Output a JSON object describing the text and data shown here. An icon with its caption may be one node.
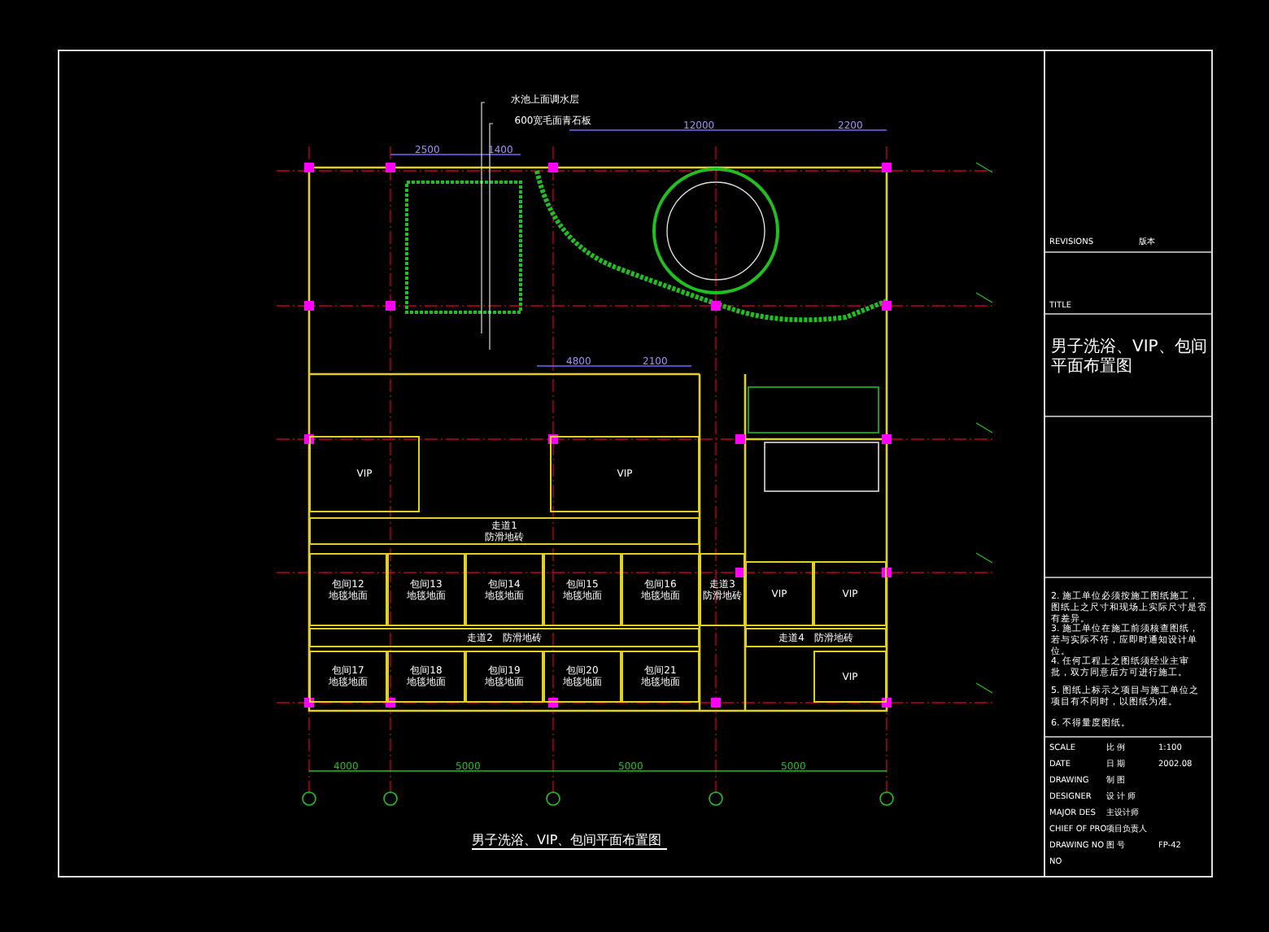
{
  "diagram": {
    "title": "男子洗浴、VIP、包间平面布置图",
    "nodes": [
      {
        "text": [
          "VIP"
        ]
      },
      {
        "text": [
          "VIP"
        ]
      },
      {
        "text": [
          "走道1",
          "防滑地砖"
        ]
      },
      {
        "text": [
          "包间12",
          "地毯地面"
        ]
      },
      {
        "text": [
          "包间13",
          "地毯地面"
        ]
      },
      {
        "text": [
          "包间14",
          "地毯地面"
        ]
      },
      {
        "text": [
          "包间15",
          "地毯地面"
        ]
      },
      {
        "text": [
          "包间16",
          "地毯地面"
        ]
      },
      {
        "text": [
          "走道3",
          "防滑地砖"
        ]
      },
      {
        "text": [
          "VIP"
        ]
      },
      {
        "text": [
          "VIP"
        ]
      },
      {
        "text": [
          "走道2",
          "防滑地砖"
        ]
      },
      {
        "text": [
          "走道4",
          "防滑地砖"
        ]
      },
      {
        "text": [
          "包间17",
          "地毯地面"
        ]
      },
      {
        "text": [
          "包间18",
          "地毯地面"
        ]
      },
      {
        "text": [
          "包间19",
          "地毯地面"
        ]
      },
      {
        "text": [
          "包间20",
          "地毯地面"
        ]
      },
      {
        "text": [
          "包间21",
          "地毯地面"
        ]
      },
      {
        "text": [
          "VIP"
        ]
      },
      {
        "text": [
          "水池上面调水层"
        ]
      },
      {
        "text": [
          "600宽毛面青石板"
        ]
      }
    ],
    "edges": [
      {
        "from": 19,
        "to": null,
        "arrow": "none"
      },
      {
        "from": 20,
        "to": null,
        "arrow": "none"
      }
    ],
    "labels": [
      "REVISIONS",
      "版本",
      "TITLE",
      "男子洗浴、VIP、包间平面布置图",
      "2. 施工单位必须按施工图纸施工，图纸上之尺寸和现场上实际尺寸是否有差异。",
      "3. 施工单位在施工前须核查图纸，若与实际不符，应即时通知设计单位。",
      "4. 任何工程上之图纸须经业主审批，双方同意后方可进行施工。",
      "5. 图纸上标示之项目与施工单位之项目有不同时，以图纸为准。",
      "6. 不得量度图纸。",
      "SCALE",
      "比 例",
      "1:100",
      "DATE",
      "日 期",
      "2002.08",
      "DRAWING",
      "制 图",
      "DESIGNER",
      "设 计 师",
      "MAJOR DES",
      "主设计师",
      "CHIEF OF PRO",
      "项目负责人",
      "DRAWING NO",
      "图 号",
      "FP-42",
      "NO",
      "12000",
      "2200",
      "2500",
      "1400",
      "4800",
      "2100",
      "4000",
      "5000",
      "5000",
      "5000"
    ]
  }
}
